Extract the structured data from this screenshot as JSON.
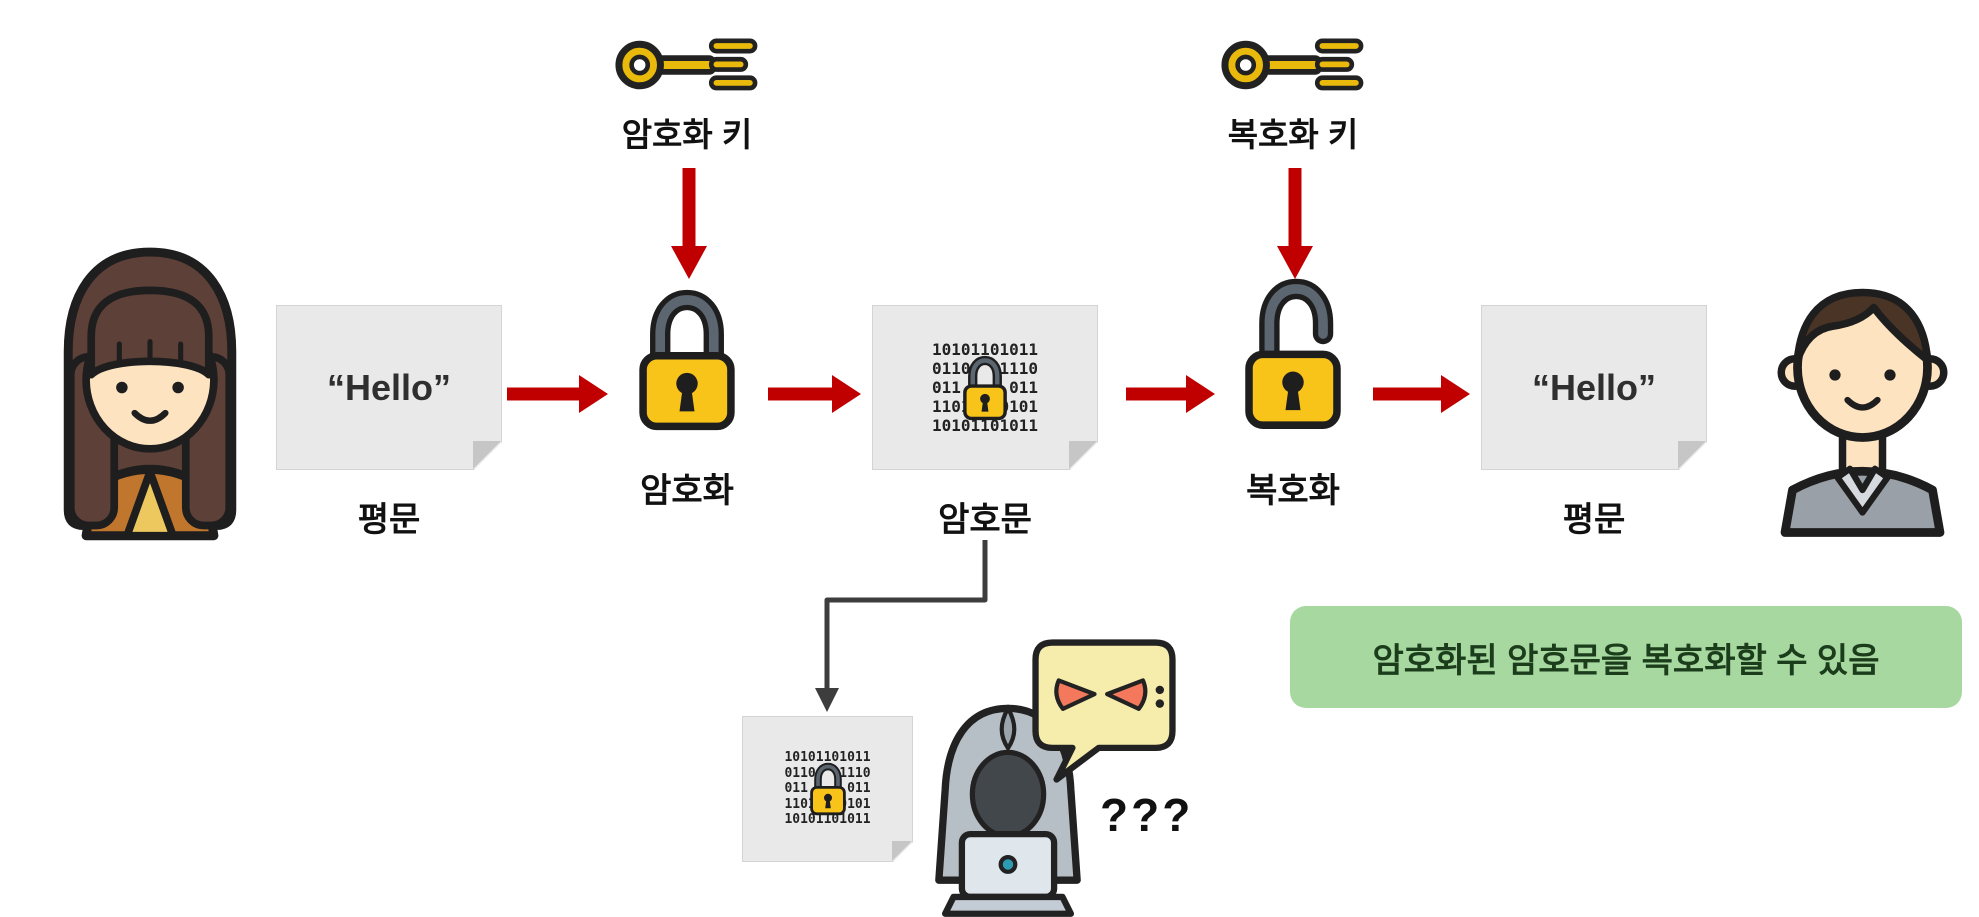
{
  "diagram": {
    "sender_doc": {
      "content": "“Hello”",
      "label": "평문"
    },
    "encrypt": {
      "key_label": "암호화 키",
      "label": "암호화"
    },
    "cipher_doc": {
      "label": "암호문",
      "binary": [
        "10101101011",
        "0110   1110",
        "011     011",
        "11010110101",
        "10101101011"
      ]
    },
    "decrypt": {
      "key_label": "복호화 키",
      "label": "복호화"
    },
    "receiver_doc": {
      "content": "“Hello”",
      "label": "평문"
    },
    "eavesdropper": {
      "question": "???",
      "binary": [
        "10101101011",
        "0110   1110",
        "011     011",
        "11010110101",
        "10101101011"
      ]
    },
    "note": {
      "text": "암호화된 암호문을 복호화할 수 있음"
    },
    "icons": [
      "woman-avatar-icon",
      "man-avatar-icon",
      "key-icon",
      "lock-closed-icon",
      "lock-open-icon",
      "document-icon",
      "binary-document-icon",
      "hacker-icon",
      "evil-speech-bubble-icon",
      "arrow-icon"
    ],
    "colors": {
      "arrow_red": "#c00000",
      "elbow_gray": "#3d3d3d",
      "lock_yellow": "#f9c41a",
      "key_gold": "#e9b90c",
      "doc_gray": "#e9e9e9",
      "note_green": "#a6d8a0",
      "bubble_yellow": "#f6ecac",
      "evil_eye_orange": "#f4795c"
    }
  }
}
